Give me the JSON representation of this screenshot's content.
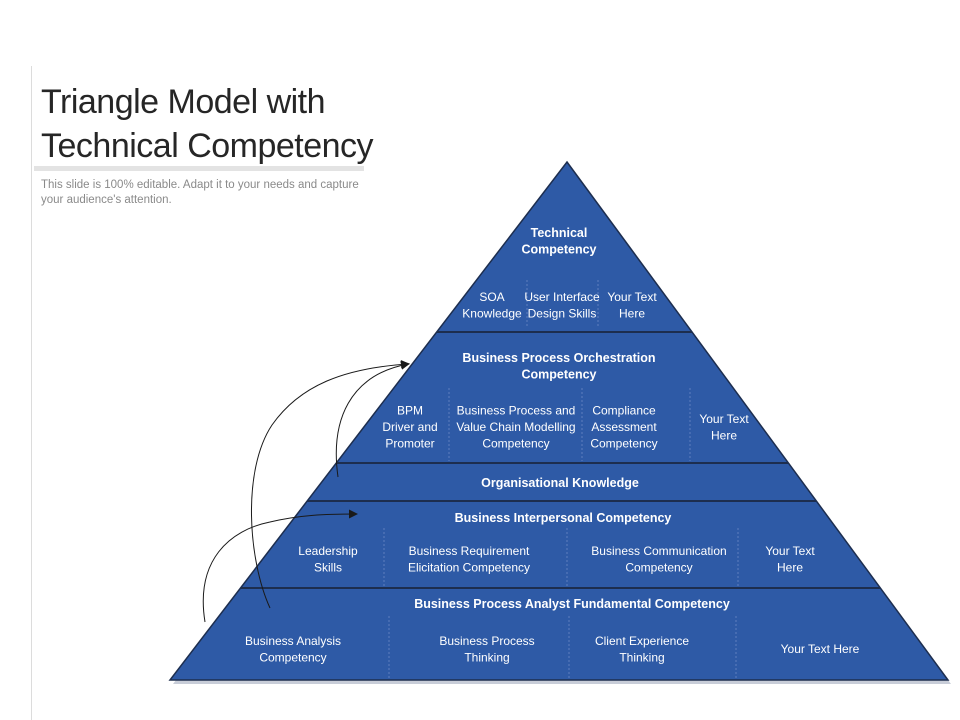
{
  "header": {
    "title_line1": "Triangle Model with",
    "title_line2": "Technical Competency",
    "subtitle": "This slide is 100% editable. Adapt it to your needs and capture your audience's attention."
  },
  "pyramid": {
    "fill_color": "#2e5aa6",
    "line_color": "#1d2e4f",
    "text_color": "#ffffff",
    "tiers": [
      {
        "title": [
          "Technical",
          "Competency"
        ],
        "cells": [
          [
            "SOA",
            "Knowledge"
          ],
          [
            "User Interface",
            "Design Skills"
          ],
          [
            "Your Text",
            "Here"
          ]
        ]
      },
      {
        "title": [
          "Business Process Orchestration",
          "Competency"
        ],
        "cells": [
          [
            "BPM",
            "Driver and",
            "Promoter"
          ],
          [
            "Business Process and",
            "Value Chain Modelling",
            "Competency"
          ],
          [
            "Compliance",
            "Assessment",
            "Competency"
          ],
          [
            "Your Text",
            "Here"
          ]
        ]
      },
      {
        "title": [
          "Organisational Knowledge"
        ],
        "cells": []
      },
      {
        "title": [
          "Business Interpersonal Competency"
        ],
        "cells": [
          [
            "Leadership",
            "Skills"
          ],
          [
            "Business Requirement",
            "Elicitation Competency"
          ],
          [
            "Business Communication",
            "Competency"
          ],
          [
            "Your Text",
            "Here"
          ]
        ]
      },
      {
        "title": [
          "Business Process Analyst Fundamental Competency"
        ],
        "cells": [
          [
            "Business Analysis",
            "Competency"
          ],
          [
            "Business Process",
            "Thinking"
          ],
          [
            "Client Experience",
            "Thinking"
          ],
          [
            "Your Text Here"
          ]
        ]
      }
    ]
  }
}
